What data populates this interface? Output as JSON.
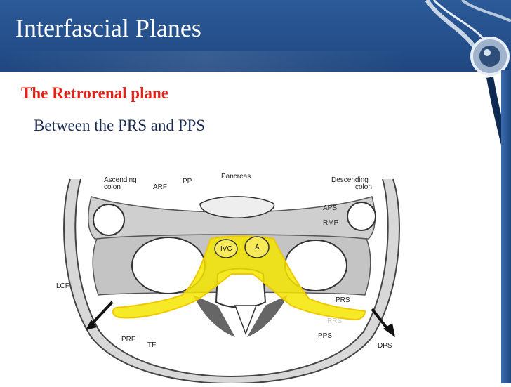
{
  "slide": {
    "title": "Interfascial Planes",
    "subtitle": "The Retrorenal plane",
    "bullet": "Between the PRS and PPS"
  },
  "figure": {
    "labels": {
      "ascending": "Ascending",
      "colon_left": "colon",
      "arf": "ARF",
      "pp": "PP",
      "pancreas": "Pancreas",
      "descending": "Descending",
      "colon_right": "colon",
      "aps": "APS",
      "rmp": "RMP",
      "ivc": "IVC",
      "a": "A",
      "lcf": "LCF",
      "prs": "PRS",
      "rrs": "RRS",
      "pps": "PPS",
      "prf": "PRF",
      "tf": "TF",
      "dps": "DPS"
    }
  },
  "colors": {
    "header": "#25508c",
    "subtitle": "#e0231b",
    "highlight": "#f5e500"
  }
}
